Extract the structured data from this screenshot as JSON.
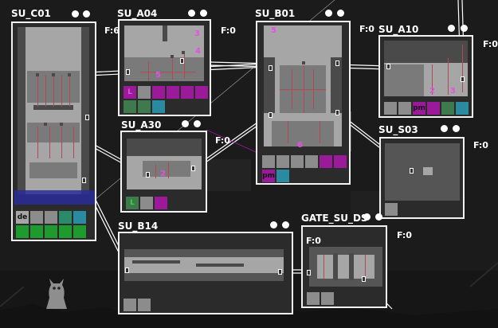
{
  "rooms": {
    "su_c01": {
      "name": "SU_C01",
      "flabel": "F:6",
      "tiles": [
        {
          "color": "#a6a6a6",
          "label": "de"
        },
        {
          "color": "#8c8c8c",
          "label": ""
        },
        {
          "color": "#8c8c8c",
          "label": ""
        },
        {
          "color": "#2a8a6a",
          "label": ""
        },
        {
          "color": "#2a8aa0",
          "label": ""
        },
        {
          "color": "#1f9a2f",
          "label": ""
        },
        {
          "color": "#1f9a2f",
          "label": ""
        },
        {
          "color": "#1f9a2f",
          "label": ""
        },
        {
          "color": "#1f9a2f",
          "label": ""
        },
        {
          "color": "#1f9a2f",
          "label": ""
        }
      ]
    },
    "su_a04": {
      "name": "SU_A04",
      "flabel": "F:0",
      "nums": [
        "3",
        "4",
        "5"
      ],
      "tiles": [
        {
          "color": "#9a1a9a",
          "label": "L"
        },
        {
          "color": "#8c8c8c",
          "label": ""
        },
        {
          "color": "#9a1a9a",
          "label": ""
        },
        {
          "color": "#9a1a9a",
          "label": ""
        },
        {
          "color": "#9a1a9a",
          "label": ""
        },
        {
          "color": "#9a1a9a",
          "label": ""
        },
        {
          "color": "#3e7a4e",
          "label": ""
        },
        {
          "color": "#3e7a4e",
          "label": ""
        },
        {
          "color": "#2a8aa0",
          "label": ""
        }
      ]
    },
    "su_b01": {
      "name": "SU_B01",
      "flabel": "F:0",
      "nums": [
        "5",
        "6"
      ],
      "tiles": [
        {
          "color": "#8c8c8c",
          "label": ""
        },
        {
          "color": "#8c8c8c",
          "label": ""
        },
        {
          "color": "#8c8c8c",
          "label": ""
        },
        {
          "color": "#8c8c8c",
          "label": ""
        },
        {
          "color": "#9a1a9a",
          "label": ""
        },
        {
          "color": "#9a1a9a",
          "label": ""
        },
        {
          "color": "#9a1a9a",
          "label": "pm"
        },
        {
          "color": "#2a8aa0",
          "label": ""
        }
      ]
    },
    "su_a10": {
      "name": "SU_A10",
      "flabel": "F:0",
      "nums": [
        "2",
        "3"
      ],
      "tiles": [
        {
          "color": "#8c8c8c",
          "label": ""
        },
        {
          "color": "#8c8c8c",
          "label": ""
        },
        {
          "color": "#9a1a9a",
          "label": "pm"
        },
        {
          "color": "#9a1a9a",
          "label": ""
        },
        {
          "color": "#3e7a4e",
          "label": ""
        },
        {
          "color": "#2a8aa0",
          "label": ""
        }
      ]
    },
    "su_a30": {
      "name": "SU_A30",
      "flabel": "F:0",
      "nums": [
        "2"
      ],
      "tiles": [
        {
          "color": "#3e7a4e",
          "label": "L"
        },
        {
          "color": "#8c8c8c",
          "label": ""
        },
        {
          "color": "#9a1a9a",
          "label": ""
        }
      ]
    },
    "su_s03": {
      "name": "SU_S03",
      "flabel": "F:0",
      "tiles": [
        {
          "color": "#8c8c8c",
          "label": ""
        }
      ]
    },
    "su_b14": {
      "name": "SU_B14",
      "flabel": "",
      "tiles": [
        {
          "color": "#8c8c8c",
          "label": ""
        },
        {
          "color": "#8c8c8c",
          "label": ""
        }
      ]
    },
    "gate_su_ds": {
      "name": "GATE_SU_DS",
      "flabel_left": "F:0",
      "flabel_right": "F:0",
      "tiles": [
        {
          "color": "#8c8c8c",
          "label": ""
        },
        {
          "color": "#8c8c8c",
          "label": ""
        }
      ]
    }
  },
  "colors": {
    "background": "#1b1b1b",
    "room_border": "#f2f2f2",
    "room_fill": "#a6a6a6",
    "pipe": "#b04a55",
    "number": "#e64fe6",
    "link": "#ffffff"
  },
  "icons": {
    "creature": "slugcat-icon",
    "connection": "room-connection-icon"
  }
}
